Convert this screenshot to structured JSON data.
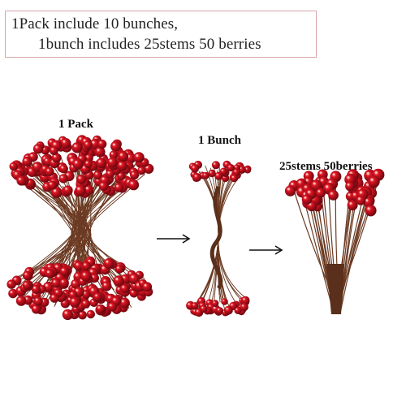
{
  "info_box": {
    "line1": "1Pack include 10 bunches,",
    "line2": "1bunch includes 25stems 50 berries",
    "border_color": "#d9a3a9"
  },
  "labels": {
    "pack": "1 Pack",
    "bunch": "1 Bunch",
    "stems": "25stems 50berries"
  },
  "colors": {
    "berry": "#c0111f",
    "berry_dark": "#7d0a12",
    "stem": "#6b3a22"
  },
  "icons": [
    "right-arrow-icon",
    "right-arrow-icon"
  ]
}
